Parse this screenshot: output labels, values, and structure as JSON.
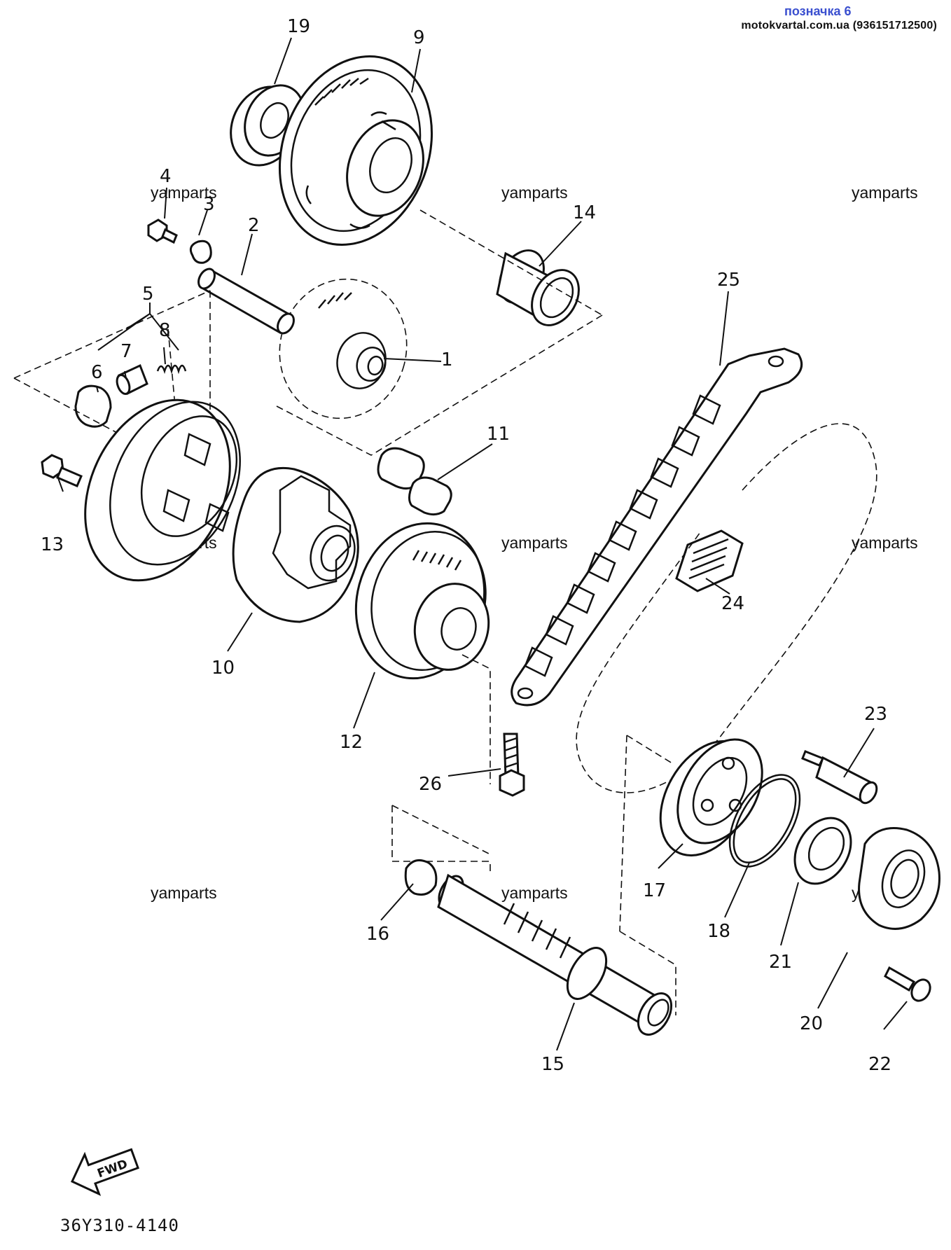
{
  "header": {
    "link": "позначка 6",
    "site": "motokvartal.com.ua (936151712500)"
  },
  "watermark": "yamparts",
  "fwd_label": "FWD",
  "diagram_code": "36Y310-4140",
  "callouts": {
    "p1": "1",
    "p2": "2",
    "p3": "3",
    "p4": "4",
    "p5": "5",
    "p6": "6",
    "p7": "7",
    "p8": "8",
    "p9": "9",
    "p10": "10",
    "p11": "11",
    "p12": "12",
    "p13": "13",
    "p14": "14",
    "p15": "15",
    "p16": "16",
    "p17": "17",
    "p18": "18",
    "p19": "19",
    "p20": "20",
    "p21": "21",
    "p22": "22",
    "p23": "23",
    "p24": "24",
    "p25": "25",
    "p26": "26"
  }
}
